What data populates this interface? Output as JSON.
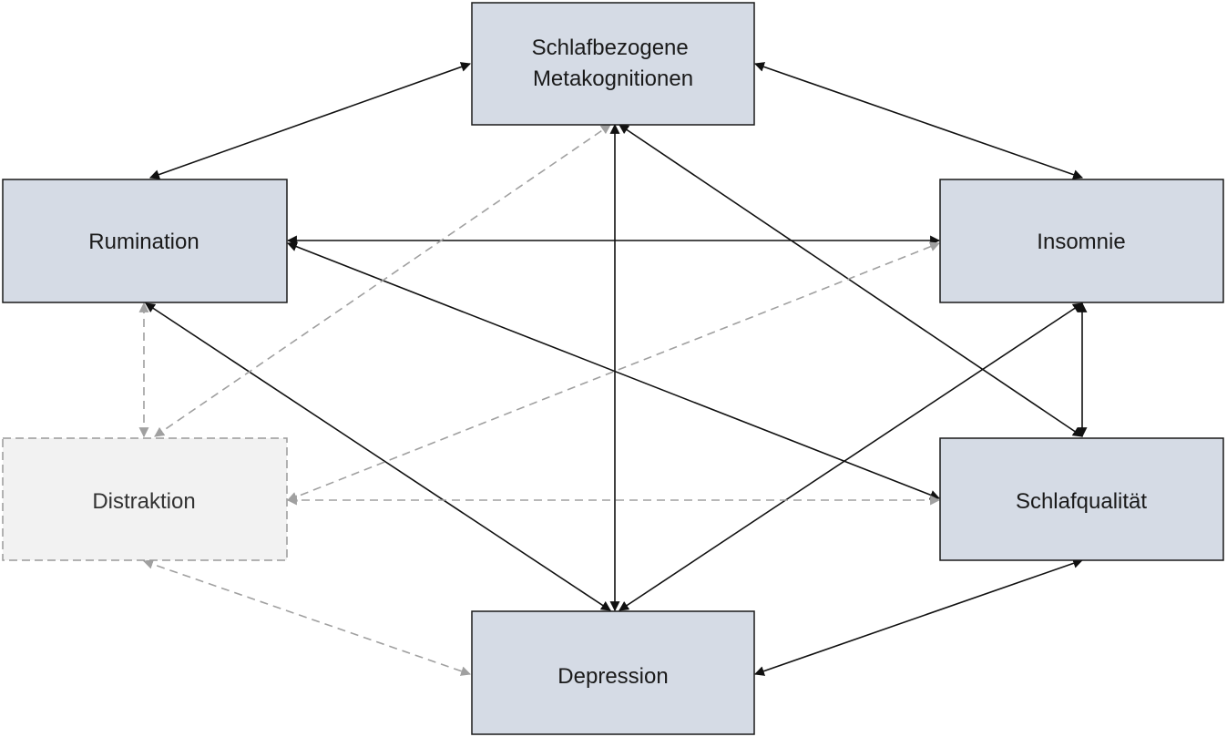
{
  "diagram": {
    "nodes": {
      "meta": {
        "lines": [
          "Schlafbezogene",
          "Metakognitionen"
        ]
      },
      "rumination": {
        "lines": [
          "Rumination"
        ]
      },
      "insomnie": {
        "lines": [
          "Insomnie"
        ]
      },
      "distraktion": {
        "lines": [
          "Distraktion"
        ]
      },
      "schlafqualitaet": {
        "lines": [
          "Schlafqualität"
        ]
      },
      "depression": {
        "lines": [
          "Depression"
        ]
      }
    },
    "edges": [
      {
        "from": "rumination",
        "to": "meta",
        "style": "solid"
      },
      {
        "from": "meta",
        "to": "insomnie",
        "style": "solid"
      },
      {
        "from": "rumination",
        "to": "insomnie",
        "style": "solid"
      },
      {
        "from": "rumination",
        "to": "schlafqualitaet",
        "style": "solid"
      },
      {
        "from": "rumination",
        "to": "depression",
        "style": "solid"
      },
      {
        "from": "meta",
        "to": "depression",
        "style": "solid"
      },
      {
        "from": "meta",
        "to": "schlafqualitaet",
        "style": "solid"
      },
      {
        "from": "insomnie",
        "to": "schlafqualitaet",
        "style": "solid"
      },
      {
        "from": "insomnie",
        "to": "depression",
        "style": "solid"
      },
      {
        "from": "schlafqualitaet",
        "to": "depression",
        "style": "solid"
      },
      {
        "from": "distraktion",
        "to": "rumination",
        "style": "dashed"
      },
      {
        "from": "distraktion",
        "to": "meta",
        "style": "dashed"
      },
      {
        "from": "distraktion",
        "to": "insomnie",
        "style": "dashed"
      },
      {
        "from": "distraktion",
        "to": "schlafqualitaet",
        "style": "dashed"
      },
      {
        "from": "distraktion",
        "to": "depression",
        "style": "dashed"
      }
    ],
    "colors": {
      "node_fill": "#d5dbe5",
      "node_stroke": "#1a1a1a",
      "distraktion_fill": "#f2f2f2",
      "distraktion_stroke": "#9a9a9a",
      "solid_edge": "#111111",
      "dashed_edge": "#a0a0a0"
    }
  }
}
